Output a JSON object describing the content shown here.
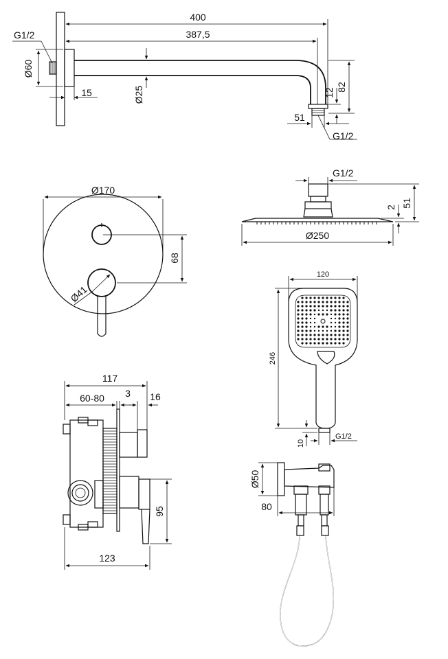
{
  "dimensions": {
    "shower_arm": {
      "length_total": "400",
      "length_arm": "387,5",
      "thread_wall": "G1/2",
      "flange_diameter": "Ø60",
      "pipe_diameter": "Ø25",
      "flange_offset": "15",
      "drop_height": "82",
      "thread_height": "12",
      "outlet_offset": "51",
      "thread_outlet": "G1/2"
    },
    "cover_plate": {
      "diameter": "Ø170",
      "knob_spacing": "68",
      "handle_diameter": "Ø41"
    },
    "overhead_shower": {
      "thread": "G1/2",
      "total_height": "51",
      "plate_thickness": "2",
      "diameter": "Ø250"
    },
    "hand_shower": {
      "width": "120",
      "length": "246",
      "thread_length": "10",
      "thread": "G1/2"
    },
    "wall_holder": {
      "diameter": "Ø50",
      "projection": "80"
    },
    "mixer_body": {
      "depth_total": "117",
      "install_depth": "60-80",
      "plate_thickness": "3",
      "handle_offset": "16",
      "handle_height": "95",
      "body_depth": "123"
    }
  }
}
